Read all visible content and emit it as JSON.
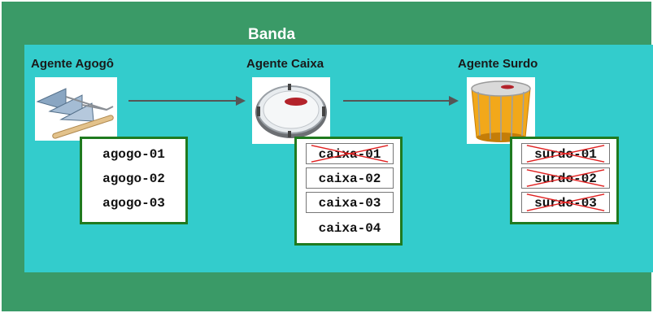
{
  "diagram": {
    "title": "Banda",
    "agents": [
      {
        "label": "Agente Agogô",
        "image_icon": "agogo-bell-icon",
        "slots": [
          {
            "text": "agogo-01",
            "boxed": true,
            "crossed": false
          },
          {
            "text": "agogo-02",
            "boxed": false,
            "crossed": false
          },
          {
            "text": "agogo-03",
            "boxed": false,
            "crossed": false
          }
        ]
      },
      {
        "label": "Agente Caixa",
        "image_icon": "snare-drum-icon",
        "slots": [
          {
            "text": "caixa-01",
            "boxed": true,
            "crossed": true
          },
          {
            "text": "caixa-02",
            "boxed": true,
            "crossed": false
          },
          {
            "text": "caixa-03",
            "boxed": true,
            "crossed": false
          },
          {
            "text": "caixa-04",
            "boxed": false,
            "crossed": false
          }
        ]
      },
      {
        "label": "Agente Surdo",
        "image_icon": "surdo-drum-icon",
        "slots": [
          {
            "text": "surdo-01",
            "boxed": true,
            "crossed": true
          },
          {
            "text": "surdo-02",
            "boxed": true,
            "crossed": true
          },
          {
            "text": "surdo-03",
            "boxed": true,
            "crossed": true
          }
        ]
      }
    ],
    "colors": {
      "outer_background": "#3a9a67",
      "inner_background": "#33cccc",
      "slot_border": "#1f7a1f",
      "cross": "#e02020",
      "arrow": "#555555"
    }
  }
}
